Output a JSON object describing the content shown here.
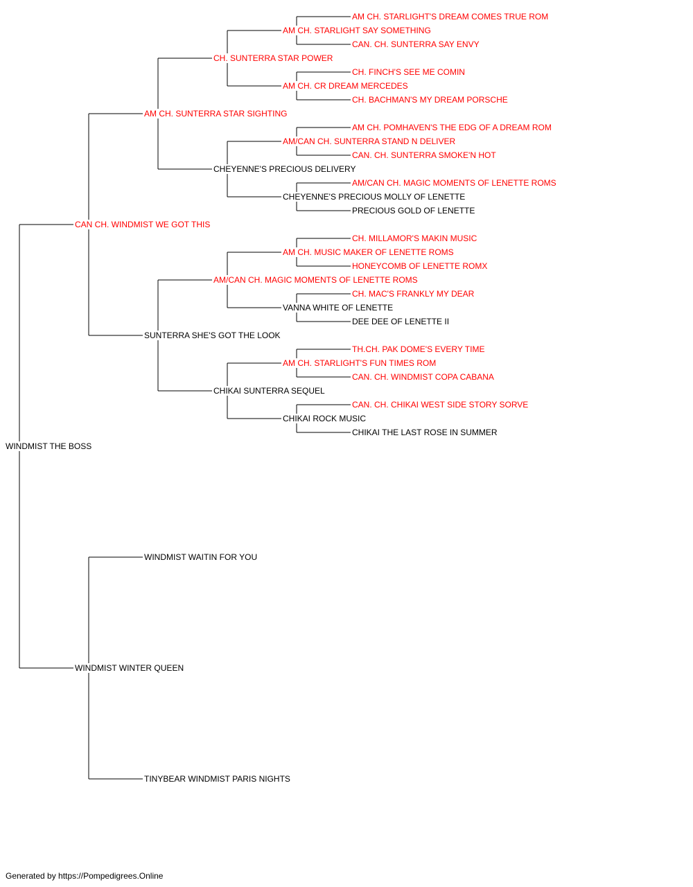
{
  "colors": {
    "champion": "#ff0000",
    "regular": "#000000",
    "lines": "#000000"
  },
  "tree": {
    "name": "WINDMIST THE BOSS",
    "champion": false,
    "sire": {
      "name": "CAN CH. WINDMIST WE GOT THIS",
      "champion": true,
      "sire": {
        "name": "AM CH. SUNTERRA STAR SIGHTING",
        "champion": true,
        "sire": {
          "name": "CH. SUNTERRA STAR POWER",
          "champion": true,
          "sire": {
            "name": "AM CH. STARLIGHT SAY SOMETHING",
            "champion": true,
            "sire": {
              "name": "AM CH. STARLIGHT'S DREAM COMES TRUE ROM",
              "champion": true
            },
            "dam": {
              "name": "CAN. CH. SUNTERRA SAY ENVY",
              "champion": true
            }
          },
          "dam": {
            "name": "AM CH. CR DREAM MERCEDES",
            "champion": true,
            "sire": {
              "name": "CH. FINCH'S SEE ME COMIN",
              "champion": true
            },
            "dam": {
              "name": "CH. BACHMAN'S MY DREAM PORSCHE",
              "champion": true
            }
          }
        },
        "dam": {
          "name": "CHEYENNE'S PRECIOUS DELIVERY",
          "champion": false,
          "sire": {
            "name": "AM/CAN CH. SUNTERRA STAND N DELIVER",
            "champion": true,
            "sire": {
              "name": "AM CH. POMHAVEN'S THE EDG OF A DREAM ROM",
              "champion": true
            },
            "dam": {
              "name": "CAN. CH. SUNTERRA SMOKE'N HOT",
              "champion": true
            }
          },
          "dam": {
            "name": "CHEYENNE'S PRECIOUS MOLLY OF LENETTE",
            "champion": false,
            "sire": {
              "name": "AM/CAN CH. MAGIC MOMENTS OF LENETTE ROMS",
              "champion": true
            },
            "dam": {
              "name": "PRECIOUS GOLD OF LENETTE",
              "champion": false
            }
          }
        }
      },
      "dam": {
        "name": "SUNTERRA SHE'S GOT THE LOOK",
        "champion": false,
        "sire": {
          "name": "AM/CAN CH. MAGIC MOMENTS OF LENETTE ROMS",
          "champion": true,
          "sire": {
            "name": "AM CH. MUSIC MAKER OF LENETTE ROMS",
            "champion": true,
            "sire": {
              "name": "CH. MILLAMOR'S MAKIN MUSIC",
              "champion": true
            },
            "dam": {
              "name": "HONEYCOMB OF LENETTE ROMX",
              "champion": true
            }
          },
          "dam": {
            "name": "VANNA WHITE OF LENETTE",
            "champion": false,
            "sire": {
              "name": "CH. MAC'S FRANKLY MY DEAR",
              "champion": true
            },
            "dam": {
              "name": "DEE DEE OF LENETTE II",
              "champion": false
            }
          }
        },
        "dam": {
          "name": "CHIKAI SUNTERRA SEQUEL",
          "champion": false,
          "sire": {
            "name": "AM CH. STARLIGHT'S FUN TIMES ROM",
            "champion": true,
            "sire": {
              "name": "TH.CH. PAK DOME'S EVERY TIME",
              "champion": true
            },
            "dam": {
              "name": "CAN. CH. WINDMIST COPA CABANA",
              "champion": true
            }
          },
          "dam": {
            "name": "CHIKAI ROCK MUSIC",
            "champion": false,
            "sire": {
              "name": "CAN. CH. CHIKAI WEST SIDE STORY SORVE",
              "champion": true
            },
            "dam": {
              "name": "CHIKAI THE LAST ROSE IN SUMMER",
              "champion": false
            }
          }
        }
      }
    },
    "dam": {
      "name": "WINDMIST WINTER QUEEN",
      "champion": false,
      "sire": {
        "name": "WINDMIST WAITIN FOR YOU",
        "champion": false
      },
      "dam": {
        "name": "TINYBEAR WINDMIST PARIS NIGHTS",
        "champion": false
      }
    }
  },
  "footer": "Generated by https://Pompedigrees.Online"
}
